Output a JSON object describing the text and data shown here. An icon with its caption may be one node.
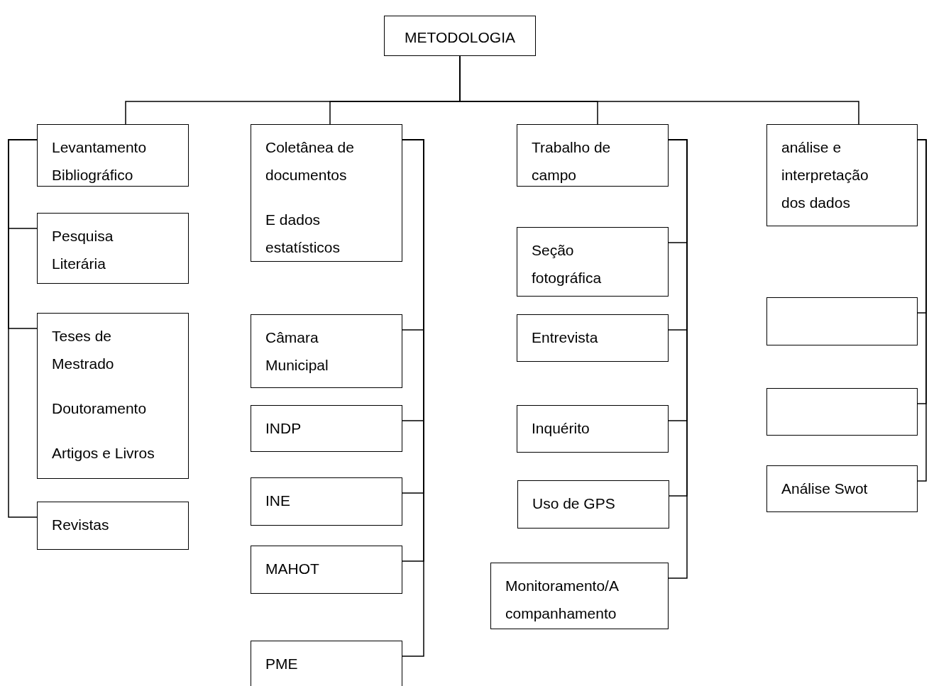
{
  "diagram": {
    "nodes": [
      {
        "text": [
          "METODOLOGIA"
        ]
      },
      {
        "text": [
          "Levantamento Bibliográfico"
        ]
      },
      {
        "text": [
          "Pesquisa Literária"
        ]
      },
      {
        "text": [
          "Teses de Mestrado",
          "Doutoramento",
          "Artigos e Livros"
        ]
      },
      {
        "text": [
          "Revistas"
        ]
      },
      {
        "text": [
          "Coletânea de documentos",
          "E dados estatísticos"
        ]
      },
      {
        "text": [
          "Câmara Municipal"
        ]
      },
      {
        "text": [
          "INDP"
        ]
      },
      {
        "text": [
          "INE"
        ]
      },
      {
        "text": [
          "MAHOT"
        ]
      },
      {
        "text": [
          "PME"
        ]
      },
      {
        "text": [
          "Trabalho de campo"
        ]
      },
      {
        "text": [
          "Seção fotográfica"
        ]
      },
      {
        "text": [
          "Entrevista"
        ]
      },
      {
        "text": [
          "Inquérito"
        ]
      },
      {
        "text": [
          "Uso de GPS"
        ]
      },
      {
        "text": [
          "Monitoramento/A companhamento"
        ]
      },
      {
        "text": [
          "análise e interpretação dos dados"
        ]
      },
      {
        "text": [],
        "shape": "box"
      },
      {
        "text": [],
        "shape": "box"
      },
      {
        "text": [
          "Análise Swot"
        ]
      }
    ],
    "edges": [
      {
        "from": 0,
        "to": 1,
        "arrow": "none"
      },
      {
        "from": 0,
        "to": 5,
        "arrow": "none"
      },
      {
        "from": 0,
        "to": 11,
        "arrow": "none"
      },
      {
        "from": 0,
        "to": 17,
        "arrow": "none"
      },
      {
        "from": 1,
        "to": 2,
        "arrow": "none"
      },
      {
        "from": 1,
        "to": 3,
        "arrow": "none"
      },
      {
        "from": 1,
        "to": 4,
        "arrow": "none"
      },
      {
        "from": 5,
        "to": 6,
        "arrow": "none"
      },
      {
        "from": 5,
        "to": 7,
        "arrow": "none"
      },
      {
        "from": 5,
        "to": 8,
        "arrow": "none"
      },
      {
        "from": 5,
        "to": 9,
        "arrow": "none"
      },
      {
        "from": 5,
        "to": 10,
        "arrow": "none"
      },
      {
        "from": 11,
        "to": 12,
        "arrow": "none"
      },
      {
        "from": 11,
        "to": 13,
        "arrow": "none"
      },
      {
        "from": 11,
        "to": 14,
        "arrow": "none"
      },
      {
        "from": 11,
        "to": 15,
        "arrow": "none"
      },
      {
        "from": 11,
        "to": 16,
        "arrow": "none"
      },
      {
        "from": 17,
        "to": 18,
        "arrow": "none"
      },
      {
        "from": 17,
        "to": 19,
        "arrow": "none"
      },
      {
        "from": 17,
        "to": 20,
        "arrow": "none"
      }
    ]
  }
}
